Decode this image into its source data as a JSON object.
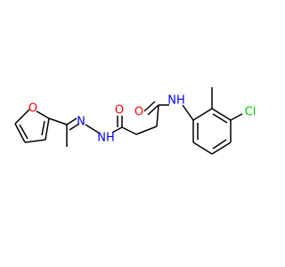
{
  "colors": {
    "bond": "#000000",
    "oxygen": "#ff0000",
    "nitrogen": "#0000ff",
    "chlorine": "#00cc00",
    "background": "#ffffff"
  },
  "atoms": {
    "furan_o": "O",
    "hydrazone_n": "N",
    "hydrazide_nh": "NH",
    "hydrazide_o": "O",
    "amide_o": "O",
    "amide_nh": "NH",
    "chlorine": "Cl"
  }
}
